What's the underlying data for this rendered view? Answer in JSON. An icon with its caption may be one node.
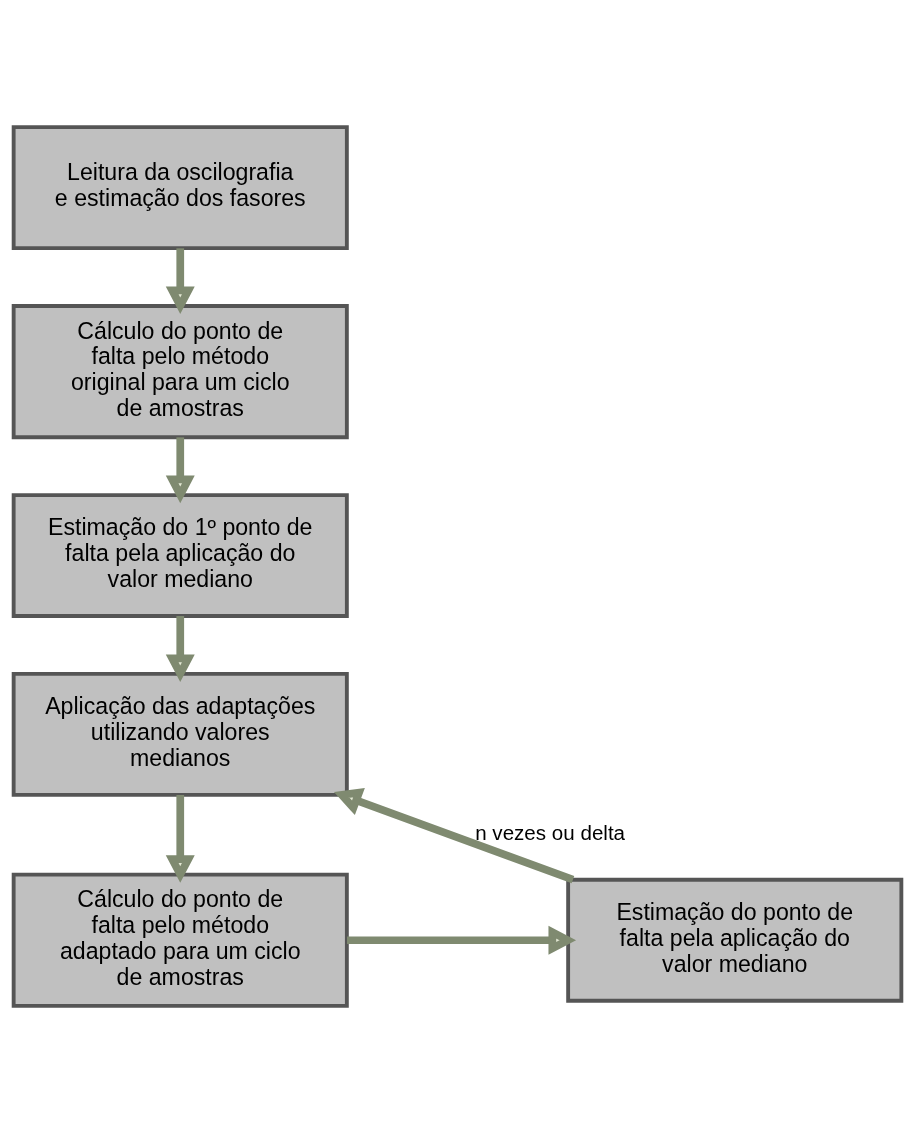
{
  "diagram": {
    "nodes": [
      {
        "text": [
          "Leitura da oscilografia e estimação dos fasores"
        ]
      },
      {
        "text": [
          "Cálculo do ponto de falta pelo método original para um ciclo de amostras"
        ]
      },
      {
        "text": [
          "Estimação do 1º ponto de falta pela aplicação do valor mediano"
        ]
      },
      {
        "text": [
          "Aplicação das adaptações utilizando valores medianos"
        ]
      },
      {
        "text": [
          "Cálculo do ponto de falta pelo método adaptado para um ciclo de amostras"
        ]
      },
      {
        "text": [
          "Estimação do ponto de falta pela aplicação do valor mediano"
        ]
      }
    ],
    "edges": [
      {
        "from": 0,
        "to": 1,
        "arrow": "to"
      },
      {
        "from": 1,
        "to": 2,
        "arrow": "to"
      },
      {
        "from": 2,
        "to": 3,
        "arrow": "to"
      },
      {
        "from": 3,
        "to": 4,
        "arrow": "to"
      },
      {
        "from": 4,
        "to": 5,
        "arrow": "to"
      },
      {
        "from": 5,
        "to": 3,
        "arrow": "to",
        "label": "n vezes ou delta"
      }
    ]
  }
}
